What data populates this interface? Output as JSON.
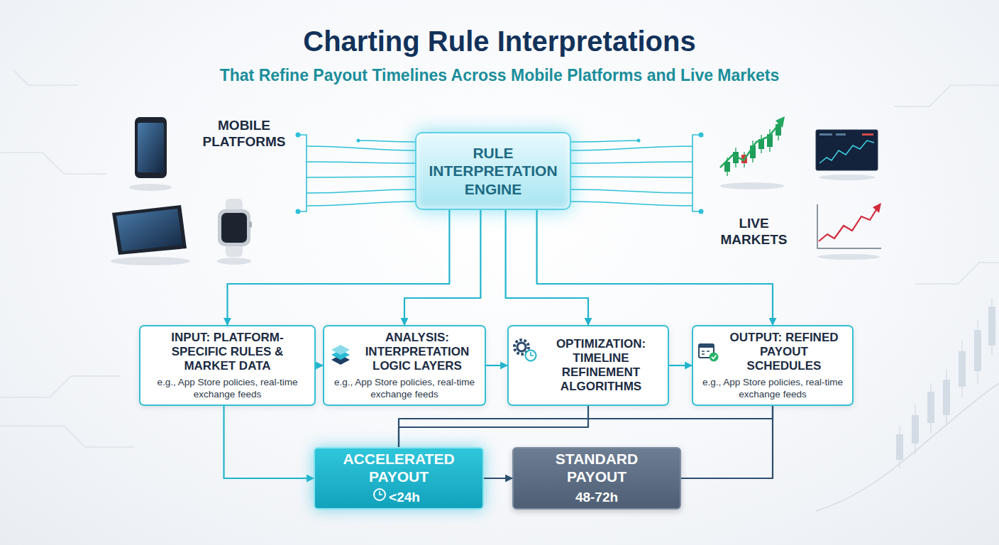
{
  "diagram": {
    "title": "Charting Rule Interpretations",
    "nodes": [
      {
        "text": [
          "RULE INTERPRETATION ENGINE"
        ]
      },
      {
        "text": [
          "INPUT: PLATFORM-SPECIFIC RULES & MARKET DATA",
          "e.g., App Store policies, real-time exchange feeds"
        ]
      },
      {
        "text": [
          "ANALYSIS: INTERPRETATION LOGIC LAYERS",
          "e.g., App Store policies, real-time exchange feeds"
        ]
      },
      {
        "text": [
          "OPTIMIZATION: TIMELINE REFINEMENT ALGORITHMS"
        ]
      },
      {
        "text": [
          "OUTPUT: REFINED PAYOUT SCHEDULES",
          "e.g., App Store policies, real-time exchange feeds"
        ]
      },
      {
        "text": [
          "ACCELERATED PAYOUT",
          "<24h"
        ]
      },
      {
        "text": [
          "STANDARD PAYOUT",
          "48-72h"
        ]
      }
    ],
    "edges": [
      {
        "from": 0,
        "to": 1,
        "arrow": "to"
      },
      {
        "from": 0,
        "to": 2,
        "arrow": "to"
      },
      {
        "from": 0,
        "to": 3,
        "arrow": "to"
      },
      {
        "from": 0,
        "to": 4,
        "arrow": "to"
      },
      {
        "from": 1,
        "to": 2,
        "arrow": "to"
      },
      {
        "from": 2,
        "to": 3,
        "arrow": "to"
      },
      {
        "from": 3,
        "to": 4,
        "arrow": "to"
      },
      {
        "from": 1,
        "to": 5,
        "arrow": "to"
      },
      {
        "from": 3,
        "to": 5,
        "arrow": "none"
      },
      {
        "from": 4,
        "to": 5,
        "arrow": "none"
      },
      {
        "from": 5,
        "to": 6,
        "arrow": "to"
      },
      {
        "from": 4,
        "to": 6,
        "arrow": "none"
      }
    ],
    "labels": [
      "That Refine Payout Timelines Across Mobile Platforms and Live Markets",
      "MOBILE PLATFORMS",
      "LIVE MARKETS"
    ]
  }
}
